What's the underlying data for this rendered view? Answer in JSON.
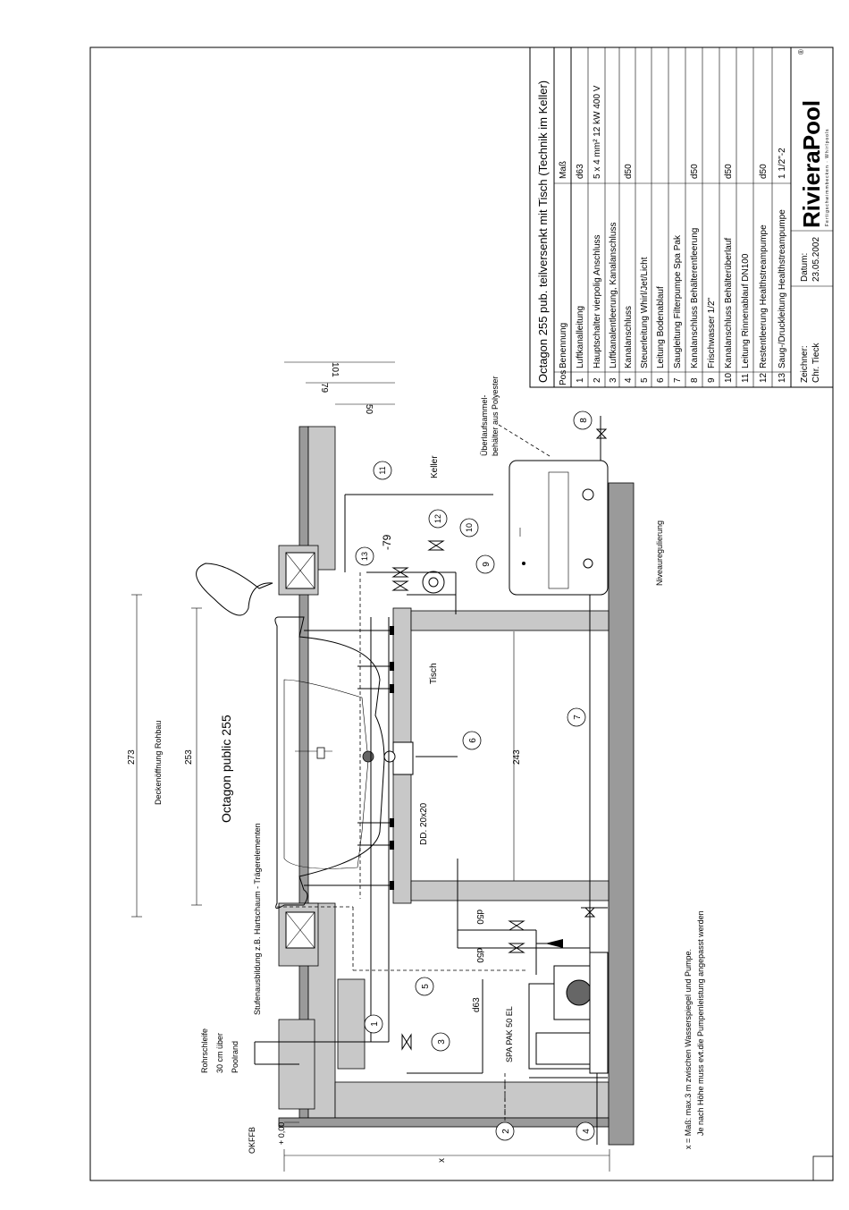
{
  "drawing": {
    "title": "Octagon public 255",
    "labels": {
      "deckenoeffnung": "Deckenöffnung Rohbau",
      "stufen": "Stufenausbildung z.B. Hartschaum - Trägerelementen",
      "tisch": "Tisch",
      "keller": "Keller",
      "dd": "DD. 20x20",
      "ueberlauf_1": "Überlaufsammel-",
      "ueberlauf_2": "behälter aus Polyester",
      "niveau": "Niveauregulierung",
      "spapak": "SPA PAK 50 EL",
      "rohr_1": "Rohrschleife",
      "rohr_2": "30 cm über",
      "rohr_3": "Poolrand",
      "okffb": "OKFFB",
      "level0": "+ 0,00",
      "level79": "-79",
      "x": "x",
      "d63": "d63",
      "d50a": "d50",
      "d50b": "d50",
      "note_1": "x =  Maß: max.3 m zwischen Wasserspiegel und Pumpe.",
      "note_2": "Je nach Höhe muss evt.die Pumpenleistung angepasst werden"
    },
    "dimensions": {
      "d273": "273",
      "d253": "253",
      "d243": "243",
      "d101": "101",
      "d79": "79",
      "d50": "50"
    },
    "markers": [
      "1",
      "2",
      "3",
      "4",
      "5",
      "6",
      "7",
      "8",
      "9",
      "10",
      "11",
      "12",
      "13"
    ]
  },
  "titleblock": {
    "title": "Octagon 255 pub. teilversenkt mit Tisch (Technik im Keller)",
    "col_pos": "Pos",
    "col_benennung": "Benennung",
    "col_mass": "Maß",
    "rows": [
      {
        "pos": "1",
        "name": "Luftkanalleitung",
        "mass": "d63"
      },
      {
        "pos": "2",
        "name": "Hauptschalter vierpolig Anschluss",
        "mass": "5 x 4 mm² 12 kW 400 V"
      },
      {
        "pos": "3",
        "name": "Luftkanalentleerung, Kanalanschluss",
        "mass": ""
      },
      {
        "pos": "4",
        "name": "Kanalanschluss",
        "mass": "d50"
      },
      {
        "pos": "5",
        "name": "Steuerleitung Whirl/Jet/Licht",
        "mass": ""
      },
      {
        "pos": "6",
        "name": "Leitung Bodenablauf",
        "mass": ""
      },
      {
        "pos": "7",
        "name": "Saugleitung Filterpumpe Spa Pak",
        "mass": ""
      },
      {
        "pos": "8",
        "name": "Kanalanschluss Behälterentleerung",
        "mass": "d50"
      },
      {
        "pos": "9",
        "name": "Frischwasser 1/2\"",
        "mass": ""
      },
      {
        "pos": "10",
        "name": "Kanalanschluss Behälterüberlauf",
        "mass": "d50"
      },
      {
        "pos": "11",
        "name": "Leitung Rinnenablauf DN100",
        "mass": ""
      },
      {
        "pos": "12",
        "name": "Restentleerung Healthstreampumpe",
        "mass": "d50"
      },
      {
        "pos": "13",
        "name": "Saug-/Druckleitung Healthstreampumpe",
        "mass": "1 1/2\"-2"
      }
    ],
    "zeichner_label": "Zeichner:",
    "zeichner": "Chr. Tieck",
    "datum_label": "Datum:",
    "datum": "23.05.2002",
    "logo": "RivieraPool",
    "logo_mark": "®",
    "logo_sub": "Fertigschwimmbecken · Whirlpools"
  }
}
